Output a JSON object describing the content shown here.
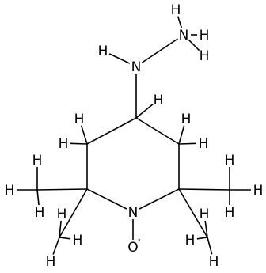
{
  "diagram": {
    "atoms": [
      {
        "id": "a_n_top_h",
        "label": "H"
      },
      {
        "id": "a_nh2_n",
        "label": "N"
      },
      {
        "id": "a_nh2_h",
        "label": "H"
      },
      {
        "id": "a_nh2_h2",
        "label": "H"
      },
      {
        "id": "a_nh_h",
        "label": "H"
      },
      {
        "id": "a_nh_n",
        "label": "N"
      },
      {
        "id": "a_c4_h",
        "label": "H"
      },
      {
        "id": "a_c3_h1",
        "label": "H"
      },
      {
        "id": "a_c3_h2",
        "label": "H"
      },
      {
        "id": "a_c5_h1",
        "label": "H"
      },
      {
        "id": "a_c5_h2",
        "label": "H"
      },
      {
        "id": "a_me1_h1",
        "label": "H"
      },
      {
        "id": "a_me1_h2",
        "label": "H"
      },
      {
        "id": "a_me1_h3",
        "label": "H"
      },
      {
        "id": "a_me2_h1",
        "label": "H"
      },
      {
        "id": "a_me2_h2",
        "label": "H"
      },
      {
        "id": "a_me2_h3",
        "label": "H"
      },
      {
        "id": "a_me3_h1",
        "label": "H"
      },
      {
        "id": "a_me3_h2",
        "label": "H"
      },
      {
        "id": "a_me3_h3",
        "label": "H"
      },
      {
        "id": "a_me4_h1",
        "label": "H"
      },
      {
        "id": "a_me4_h2",
        "label": "H"
      },
      {
        "id": "a_me4_h3",
        "label": "H"
      },
      {
        "id": "a_ring_n",
        "label": "N"
      },
      {
        "id": "a_oxygen",
        "label": "O"
      }
    ],
    "radical_marker": "·"
  }
}
